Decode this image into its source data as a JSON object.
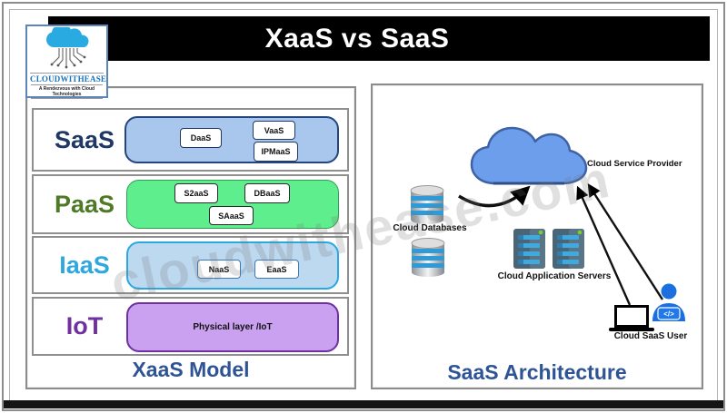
{
  "title": "XaaS vs SaaS",
  "logo": {
    "name": "CLOUDWITHEASE",
    "tagline": "A Rendezvous with Cloud Technologies"
  },
  "watermark": "cloudwithease.com",
  "xaas": {
    "caption": "XaaS Model",
    "rows": [
      {
        "label": "SaaS",
        "items": [
          "DaaS",
          "VaaS",
          "IPMaaS"
        ]
      },
      {
        "label": "PaaS",
        "items": [
          "S2aaS",
          "DBaaS",
          "SAaaS"
        ]
      },
      {
        "label": "IaaS",
        "items": [
          "NaaS",
          "EaaS"
        ]
      },
      {
        "label": "IoT",
        "items": [
          "Physical layer /IoT"
        ]
      }
    ]
  },
  "saas": {
    "caption": "SaaS Architecture",
    "cloud_label": "Cloud Service Provider",
    "databases_label": "Cloud Databases",
    "servers_label": "Cloud Application Servers",
    "user_label": "Cloud SaaS User",
    "user_icon_text": "</>"
  },
  "colors": {
    "title_bg": "#000000",
    "title_fg": "#FFFFFF",
    "caption_blue": "#2F5496",
    "saas_row_fill": "#A9C6EC",
    "saas_label": "#1F3864",
    "paas_row_fill": "#5FEE8E",
    "paas_label": "#4E7A27",
    "iaas_row_fill": "#BDD9F0",
    "iaas_label": "#2FA8E1",
    "iot_row_fill": "#C9A1F0",
    "iot_label": "#7030A0",
    "cloud_fill": "#6D9EEB",
    "db_stripe_blue": "#2E9BD8",
    "server_body": "#4B6574",
    "person_blue": "#1B6FDE",
    "logo_blue": "#1B75BC"
  }
}
